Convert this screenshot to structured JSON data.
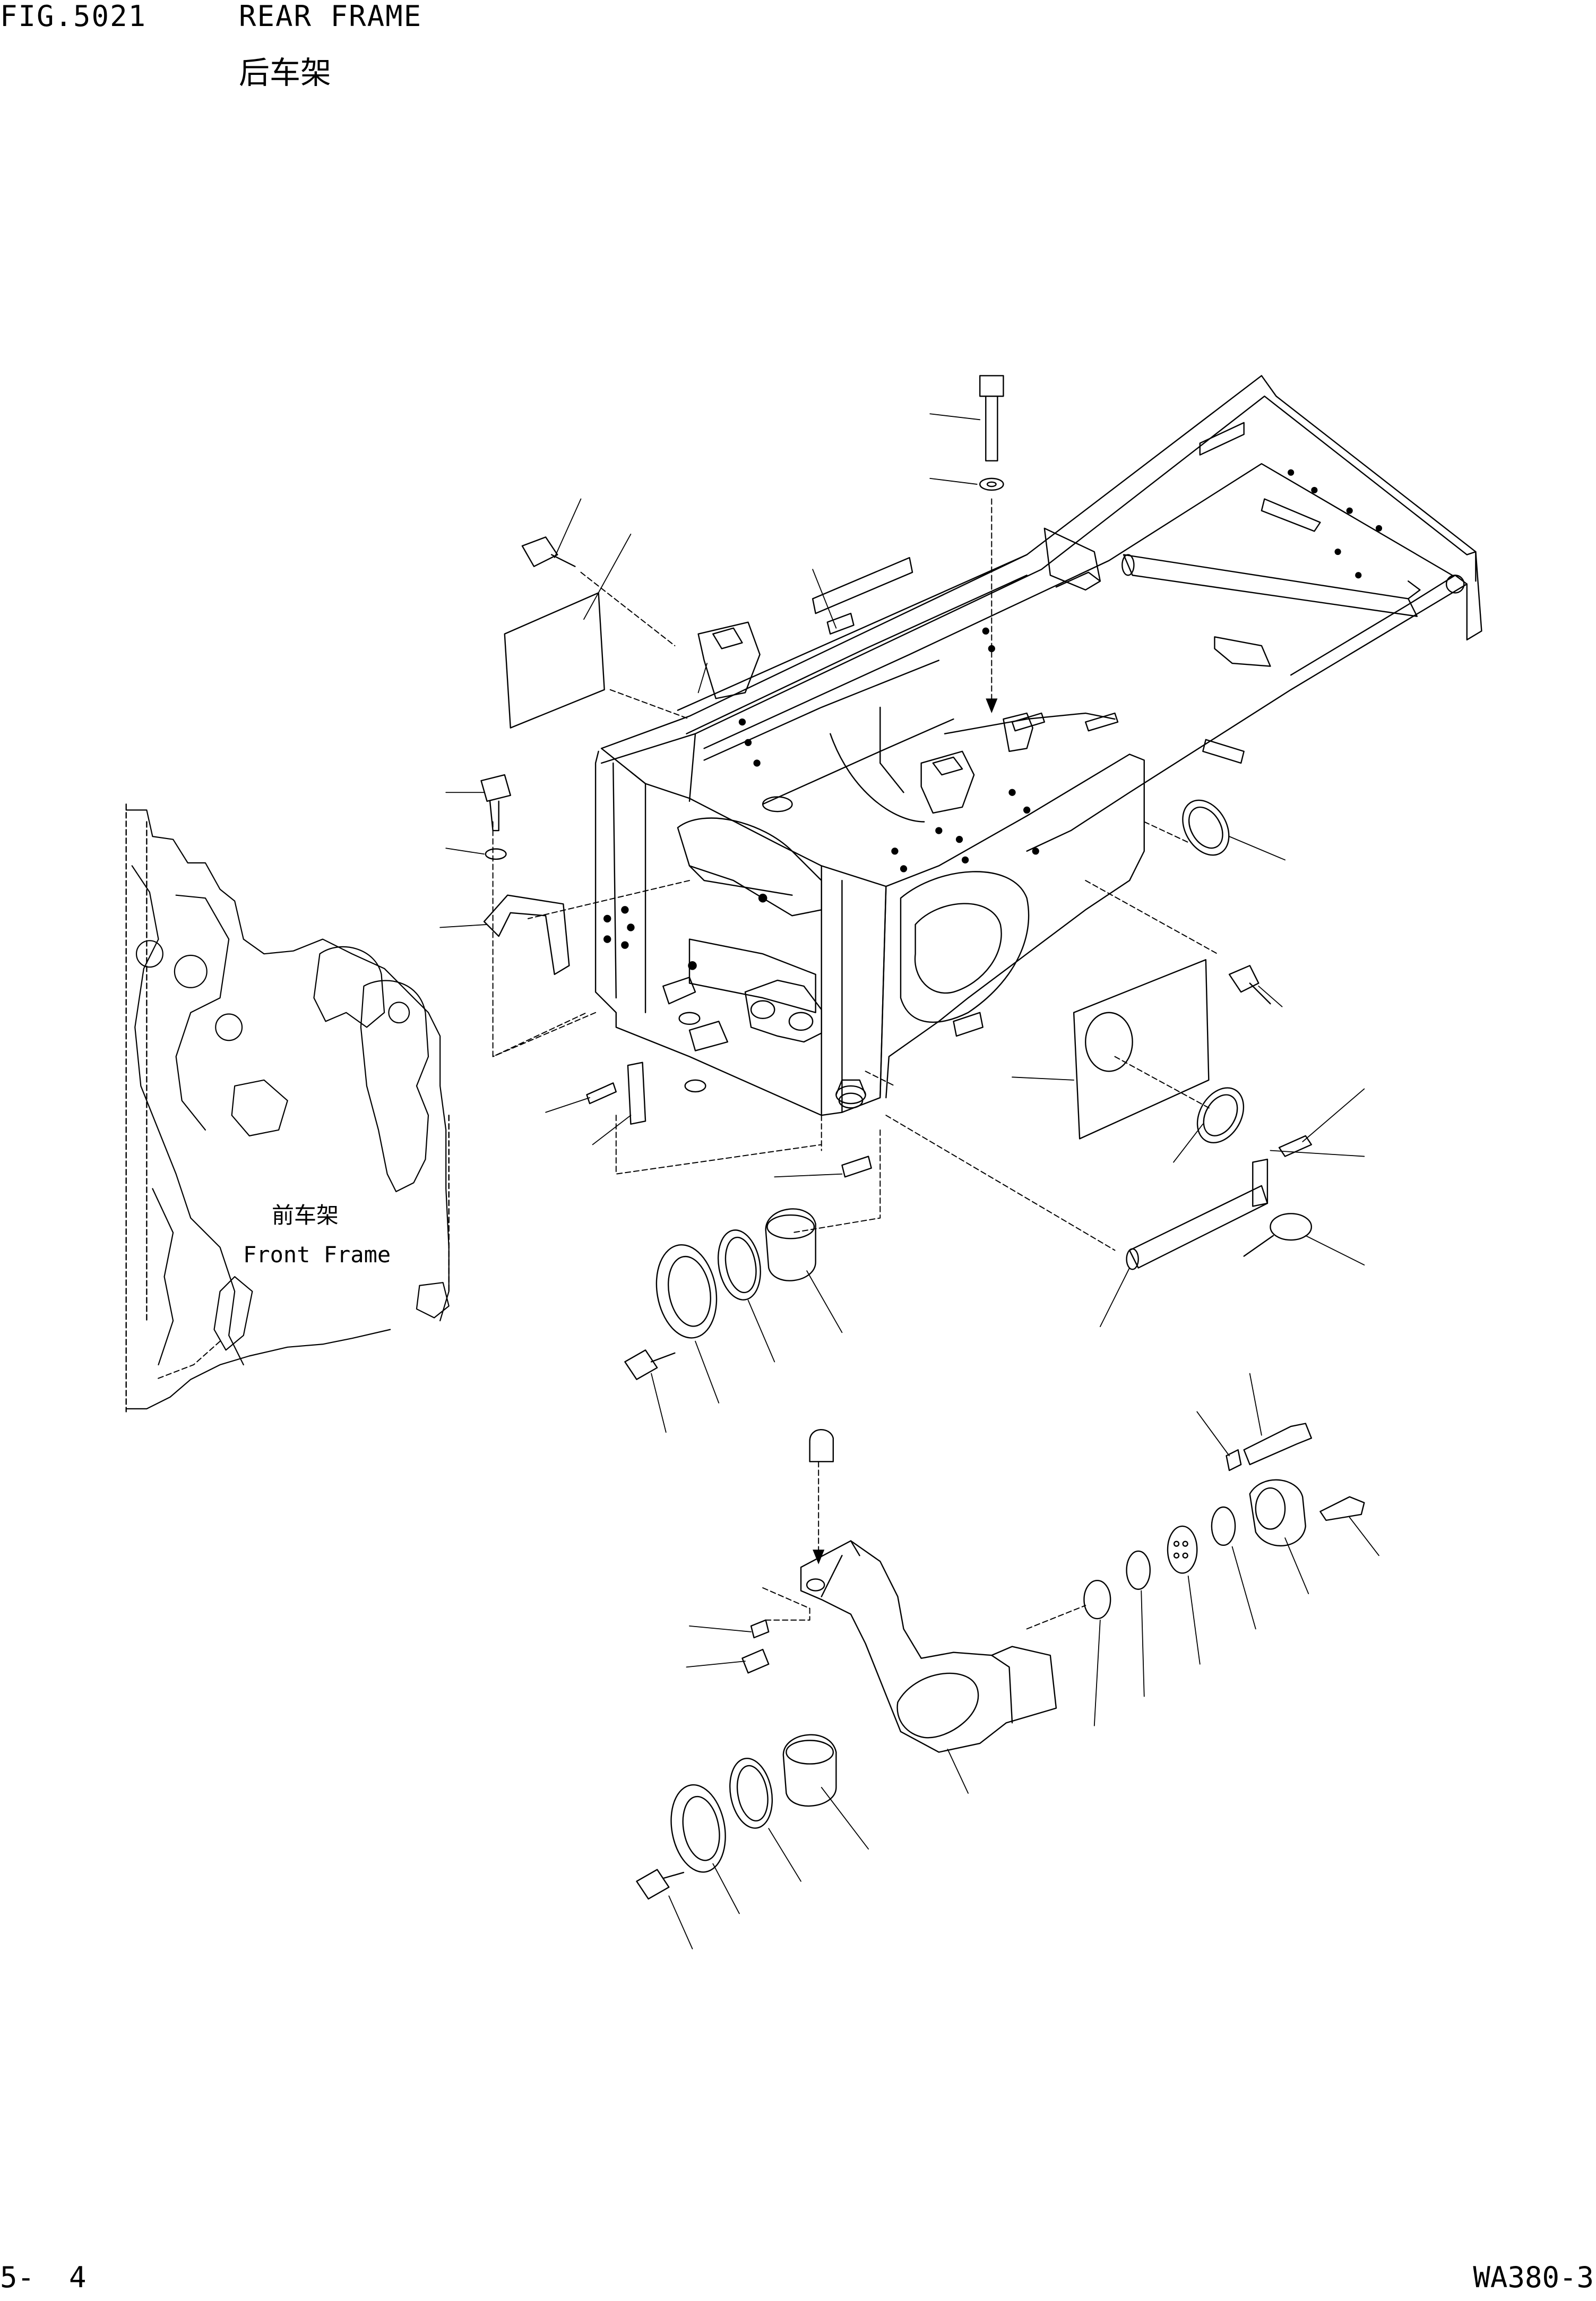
{
  "header": {
    "figure_number": "FIG.5021",
    "title": "REAR FRAME",
    "title_cn": "后车架"
  },
  "labels": {
    "front_frame_cn": "前车架",
    "front_frame_en": "Front Frame"
  },
  "footer": {
    "page": "5-  4",
    "model": "WA380-3"
  }
}
